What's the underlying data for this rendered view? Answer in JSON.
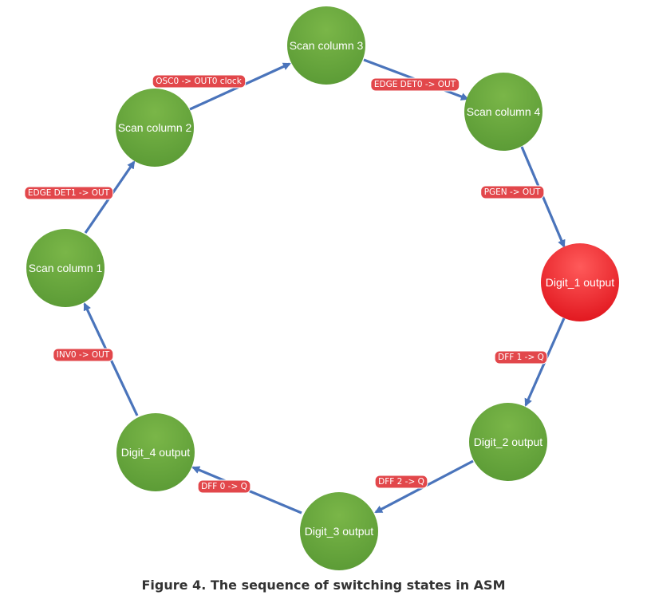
{
  "colors": {
    "node_green_light": "#7ab648",
    "node_green_dark": "#5a9a35",
    "node_red_light": "#ff5a5a",
    "node_red_dark": "#e0141c",
    "arrow": "#4a74bb",
    "label_bg": "#e2474b",
    "label_text": "#ffffff"
  },
  "states": [
    {
      "id": "scan-column-3",
      "label": "Scan column 3",
      "active": false
    },
    {
      "id": "scan-column-4",
      "label": "Scan column 4",
      "active": false
    },
    {
      "id": "digit-1-output",
      "label": "Digit_1 output",
      "active": true
    },
    {
      "id": "digit-2-output",
      "label": "Digit_2 output",
      "active": false
    },
    {
      "id": "digit-3-output",
      "label": "Digit_3 output",
      "active": false
    },
    {
      "id": "digit-4-output",
      "label": "Digit_4 output",
      "active": false
    },
    {
      "id": "scan-column-1",
      "label": "Scan column 1",
      "active": false
    },
    {
      "id": "scan-column-2",
      "label": "Scan column 2",
      "active": false
    }
  ],
  "transitions": [
    {
      "from": 0,
      "to": 1,
      "label": "EDGE DET0 -> OUT"
    },
    {
      "from": 1,
      "to": 2,
      "label": "PGEN -> OUT"
    },
    {
      "from": 2,
      "to": 3,
      "label": "DFF 1 -> Q"
    },
    {
      "from": 3,
      "to": 4,
      "label": "DFF 2 -> Q"
    },
    {
      "from": 4,
      "to": 5,
      "label": "DFF 0 -> Q"
    },
    {
      "from": 5,
      "to": 6,
      "label": "INV0 -> OUT"
    },
    {
      "from": 6,
      "to": 7,
      "label": "EDGE DET1 -> OUT"
    },
    {
      "from": 7,
      "to": 0,
      "label": "OSC0 -> OUT0 clock"
    }
  ],
  "caption": "Figure 4. The sequence of switching states in ASM"
}
